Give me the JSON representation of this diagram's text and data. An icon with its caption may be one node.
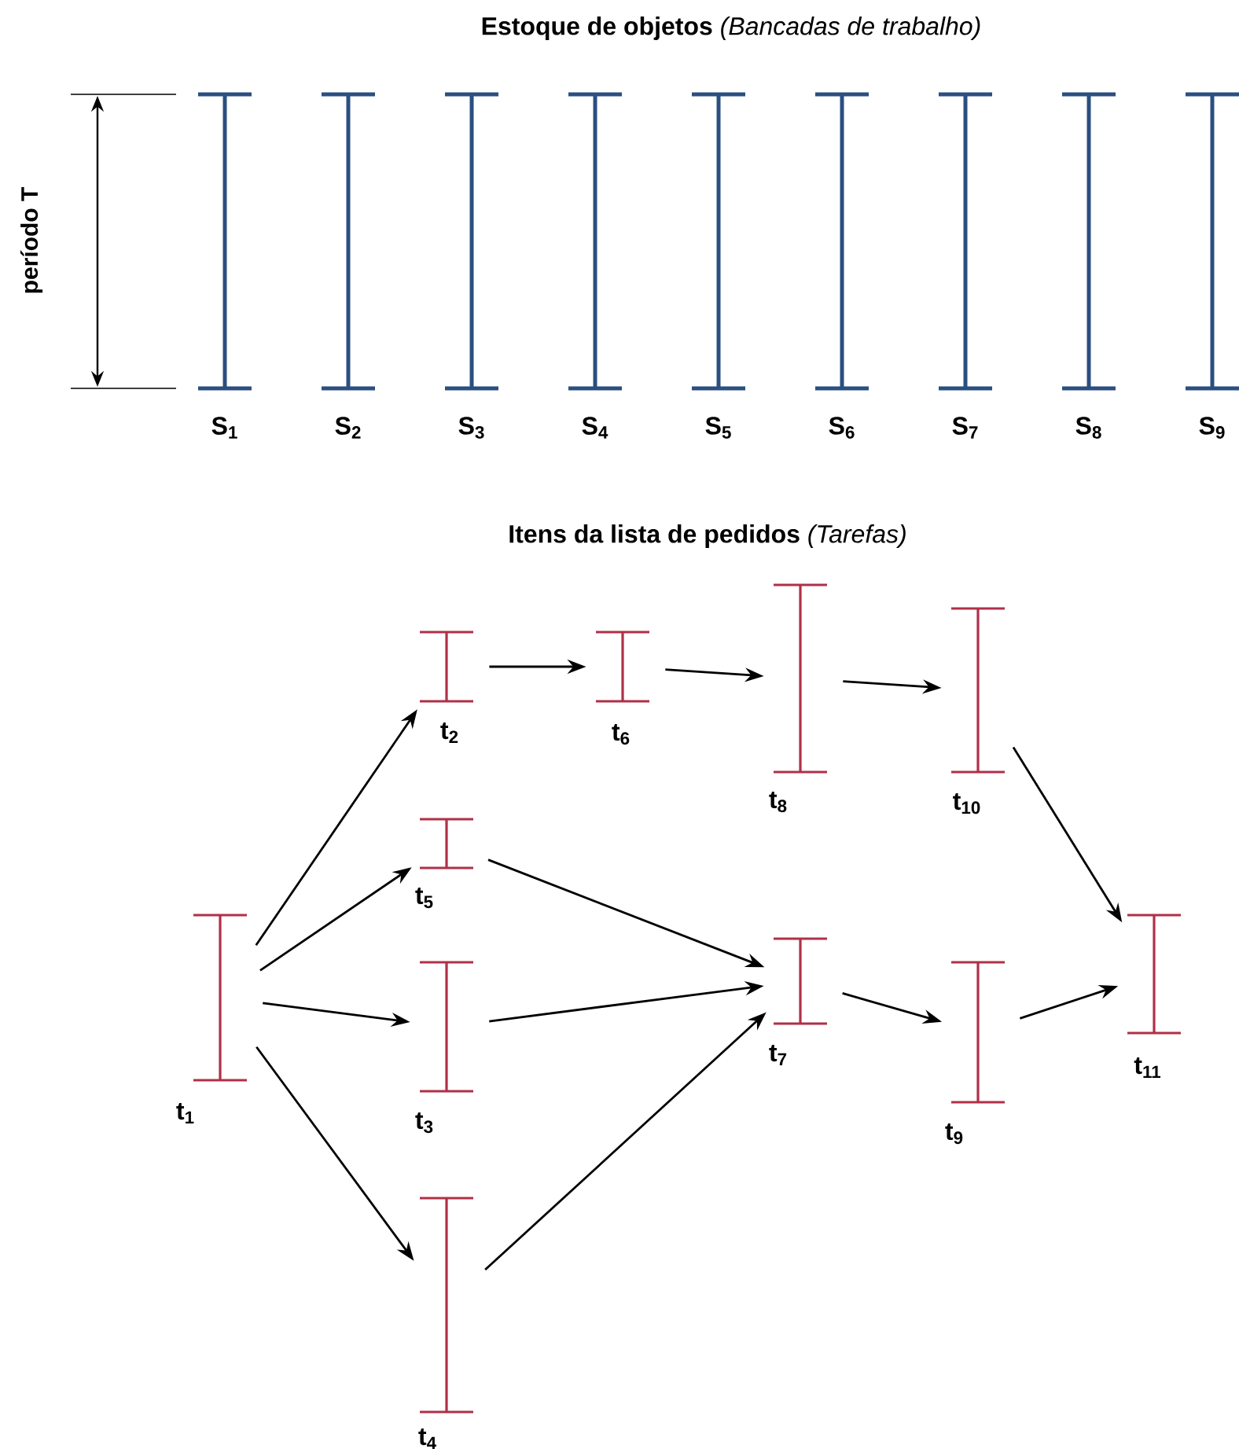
{
  "diagram": {
    "title": "**Estoque de objetos** *(Bancadas de trabalho)*",
    "nodes": [
      {
        "text": [],
        "shape": "bar",
        "beside": [
          "t$_{1}$"
        ]
      },
      {
        "text": [],
        "shape": "bar",
        "beside": [
          "t$_{2}$"
        ]
      },
      {
        "text": [],
        "shape": "bar",
        "beside": [
          "t$_{5}$"
        ]
      },
      {
        "text": [],
        "shape": "bar",
        "beside": [
          "t$_{3}$"
        ]
      },
      {
        "text": [],
        "shape": "bar",
        "beside": [
          "t$_{4}$"
        ]
      },
      {
        "text": [],
        "shape": "bar",
        "beside": [
          "t$_{6}$"
        ]
      },
      {
        "text": [],
        "shape": "bar",
        "beside": [
          "t$_{8}$"
        ]
      },
      {
        "text": [],
        "shape": "bar",
        "beside": [
          "t$_{7}$"
        ]
      },
      {
        "text": [],
        "shape": "bar",
        "beside": [
          "t$_{10}$"
        ]
      },
      {
        "text": [],
        "shape": "bar",
        "beside": [
          "t$_{9}$"
        ]
      },
      {
        "text": [],
        "shape": "bar",
        "beside": [
          "t$_{11}$"
        ]
      }
    ],
    "edges": [
      {
        "from": 0,
        "to": 1,
        "arrow": "to"
      },
      {
        "from": 0,
        "to": 2,
        "arrow": "to"
      },
      {
        "from": 0,
        "to": 3,
        "arrow": "to"
      },
      {
        "from": 0,
        "to": 4,
        "arrow": "to"
      },
      {
        "from": 1,
        "to": 5,
        "arrow": "to"
      },
      {
        "from": 5,
        "to": 6,
        "arrow": "to"
      },
      {
        "from": 6,
        "to": 8,
        "arrow": "to"
      },
      {
        "from": 8,
        "to": 10,
        "arrow": "to"
      },
      {
        "from": 2,
        "to": 7,
        "arrow": "to"
      },
      {
        "from": 3,
        "to": 7,
        "arrow": "to"
      },
      {
        "from": 4,
        "to": 7,
        "arrow": "to"
      },
      {
        "from": 7,
        "to": 9,
        "arrow": "to"
      },
      {
        "from": 9,
        "to": 10,
        "arrow": "to"
      }
    ],
    "labels": [
      "período T",
      "S$_{1}$",
      "S$_{2}$",
      "S$_{3}$",
      "S$_{4}$",
      "S$_{5}$",
      "S$_{6}$",
      "S$_{7}$",
      "S$_{8}$",
      "S$_{9}$",
      "**Itens da lista de pedidos** *(Tarefas)*"
    ]
  }
}
